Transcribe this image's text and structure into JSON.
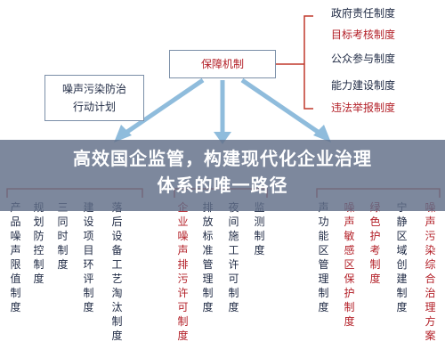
{
  "diagram": {
    "center": "保障机制",
    "plan": "噪声污染防治\n行动计划",
    "right_list": [
      {
        "text": "政府责任制度",
        "color": "#1f2a44"
      },
      {
        "text": "目标考核制度",
        "color": "#b32028"
      },
      {
        "text": "公众参与制度",
        "color": "#1f2a44"
      },
      {
        "text": "能力建设制度",
        "color": "#1f2a44"
      },
      {
        "text": "违法举报制度",
        "color": "#b32028"
      }
    ],
    "columns": [
      {
        "text": "产品噪声限值制度",
        "color": "#1f2a44"
      },
      {
        "text": "规划防控制度",
        "color": "#1f2a44"
      },
      {
        "text": "三同时制度",
        "color": "#1f2a44"
      },
      {
        "text": "建设项目环评制度",
        "color": "#1f2a44"
      },
      {
        "text": "落后设备工艺淘汰制度",
        "color": "#1f2a44"
      },
      {
        "text": "企业噪声排污许可制度",
        "color": "#b32028"
      },
      {
        "text": "排放标准管理制度",
        "color": "#1f2a44"
      },
      {
        "text": "夜间施工许可制度",
        "color": "#1f2a44"
      },
      {
        "text": "监测制度",
        "color": "#1f2a44"
      },
      {
        "text": "声功能区管理制度",
        "color": "#1f2a44"
      },
      {
        "text": "噪声敏感区保护制度",
        "color": "#b32028"
      },
      {
        "text": "绿色护考制度",
        "color": "#b32028"
      },
      {
        "text": "宁静区域创建制度",
        "color": "#1f2a44"
      },
      {
        "text": "噪声污染综合治理方案",
        "color": "#b32028"
      }
    ]
  },
  "banner": {
    "line1": "高效国企监管，构建现代化企业治理",
    "line2": "体系的唯一路径"
  }
}
